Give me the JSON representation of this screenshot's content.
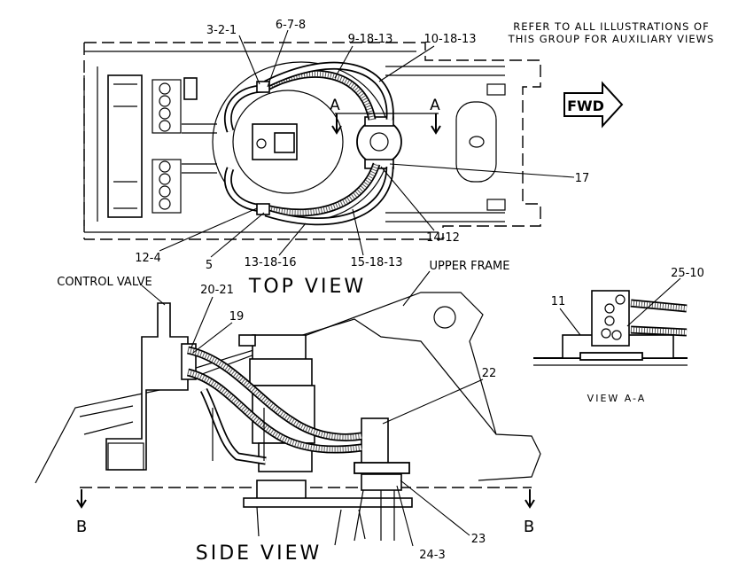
{
  "note": {
    "line1": "REFER TO ALL ILLUSTRATIONS OF",
    "line2": "THIS GROUP FOR AUXILIARY VIEWS"
  },
  "fwd_label": "FWD",
  "views": {
    "top": "TOP VIEW",
    "side": "SIDE VIEW",
    "section": "VIEW A-A"
  },
  "section_markers": {
    "a_left": "A",
    "a_right": "A",
    "b_left": "B",
    "b_right": "B"
  },
  "labels": {
    "control_valve": "CONTROL VALVE",
    "upper_frame": "UPPER FRAME"
  },
  "callouts": {
    "c_3_2_1": "3-2-1",
    "c_6_7_8": "6-7-8",
    "c_9_18_13": "9-18-13",
    "c_10_18_13": "10-18-13",
    "c_17": "17",
    "c_14_12": "14-12",
    "c_15_18_13": "15-18-13",
    "c_13_18_16": "13-18-16",
    "c_5": "5",
    "c_12_4": "12-4",
    "c_20_21": "20-21",
    "c_19": "19",
    "c_22": "22",
    "c_23": "23",
    "c_24_3": "24-3",
    "c_11": "11",
    "c_25_10": "25-10"
  }
}
